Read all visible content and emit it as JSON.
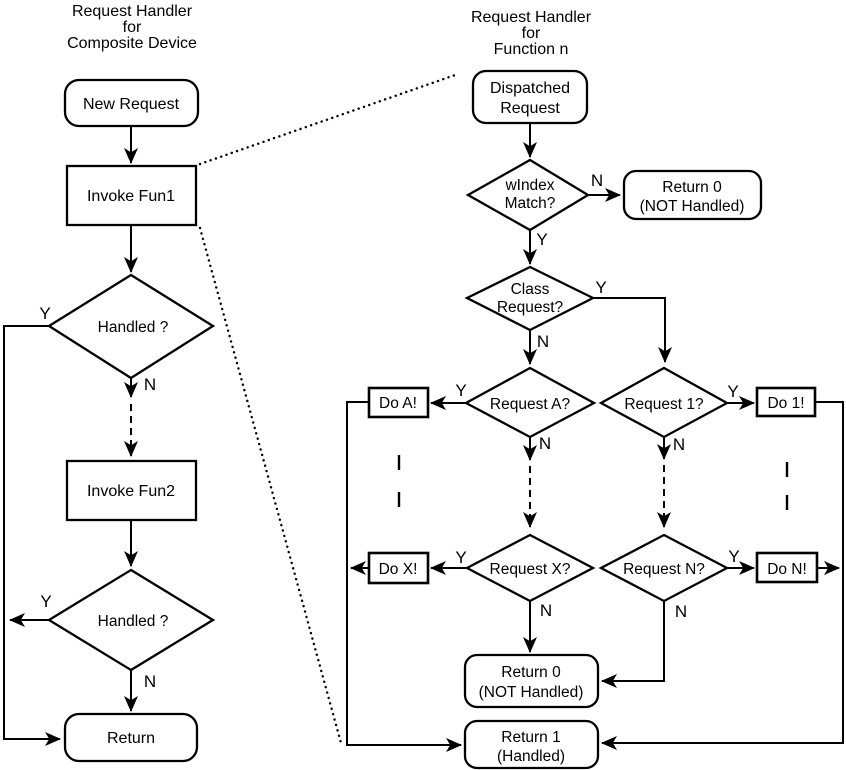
{
  "left": {
    "title": {
      "line1": "Request Handler",
      "line2": "for",
      "line3": "Composite Device"
    },
    "nodes": {
      "new_request": "New Request",
      "invoke_fun1": "Invoke Fun1",
      "handled1": "Handled ?",
      "invoke_fun2": "Invoke Fun2",
      "handled2": "Handled ?",
      "return": "Return"
    }
  },
  "right": {
    "title": {
      "line1": "Request Handler",
      "line2": "for",
      "line3": "Function n"
    },
    "nodes": {
      "dispatched": {
        "line1": "Dispatched",
        "line2": "Request"
      },
      "windex": {
        "line1": "wIndex",
        "line2": "Match?"
      },
      "return0_top": {
        "line1": "Return 0",
        "line2": "(NOT Handled)"
      },
      "class_request": {
        "line1": "Class",
        "line2": "Request?"
      },
      "request_a": "Request A?",
      "request_1": "Request 1?",
      "do_a": "Do A!",
      "do_1": "Do 1!",
      "request_x": "Request X?",
      "request_n": "Request N?",
      "do_x": "Do X!",
      "do_n": "Do N!",
      "return0_bottom": {
        "line1": "Return 0",
        "line2": "(NOT Handled)"
      },
      "return1": {
        "line1": "Return 1",
        "line2": "(Handled)"
      }
    }
  },
  "labels": {
    "yes": "Y",
    "no": "N"
  },
  "colors": {
    "ink": "#000000",
    "paper": "#ffffff"
  }
}
